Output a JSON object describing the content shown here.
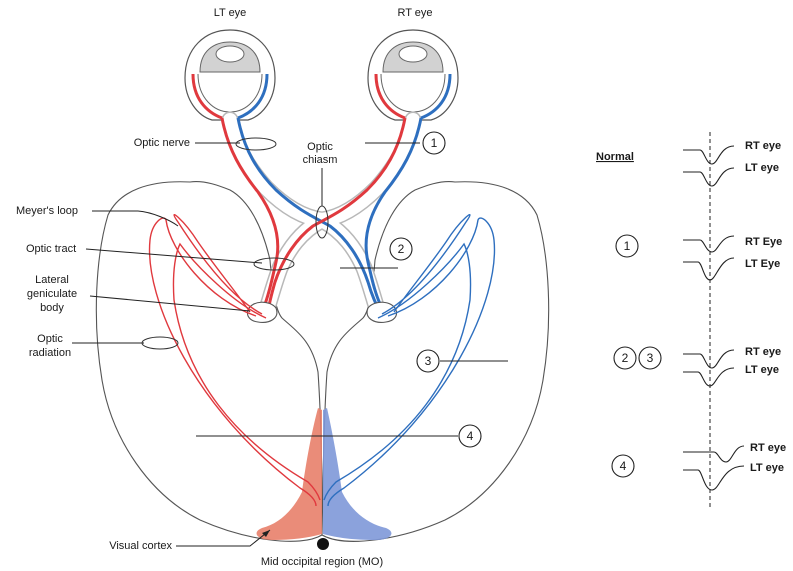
{
  "labels": {
    "lt_eye": "LT eye",
    "rt_eye": "RT eye",
    "optic_nerve": "Optic nerve",
    "optic_chiasm_1": "Optic",
    "optic_chiasm_2": "chiasm",
    "meyers_loop": "Meyer's loop",
    "optic_tract": "Optic tract",
    "lgb_1": "Lateral",
    "lgb_2": "geniculate",
    "lgb_3": "body",
    "radiation_1": "Optic",
    "radiation_2": "radiation",
    "visual_cortex": "Visual cortex",
    "mid_occipital": "Mid occipital region (MO)"
  },
  "lesion_markers": [
    "1",
    "2",
    "3",
    "4"
  ],
  "vep_panel": {
    "rows": [
      {
        "markers": [],
        "heading": "Normal",
        "traces": [
          "RT eye",
          "LT eye"
        ]
      },
      {
        "markers": [
          "1"
        ],
        "heading": "",
        "traces": [
          "RT Eye",
          "LT Eye"
        ]
      },
      {
        "markers": [
          "2",
          "3"
        ],
        "heading": "",
        "traces": [
          "RT eye",
          "LT eye"
        ]
      },
      {
        "markers": [
          "4"
        ],
        "heading": "",
        "traces": [
          "RT eye",
          "LT eye"
        ]
      }
    ]
  },
  "colors": {
    "left_pathway": "#e0393e",
    "right_pathway": "#2e6fbf",
    "left_cortex": "#e8806a",
    "right_cortex": "#7e98d8",
    "eye_lens": "#d2d2d2"
  }
}
